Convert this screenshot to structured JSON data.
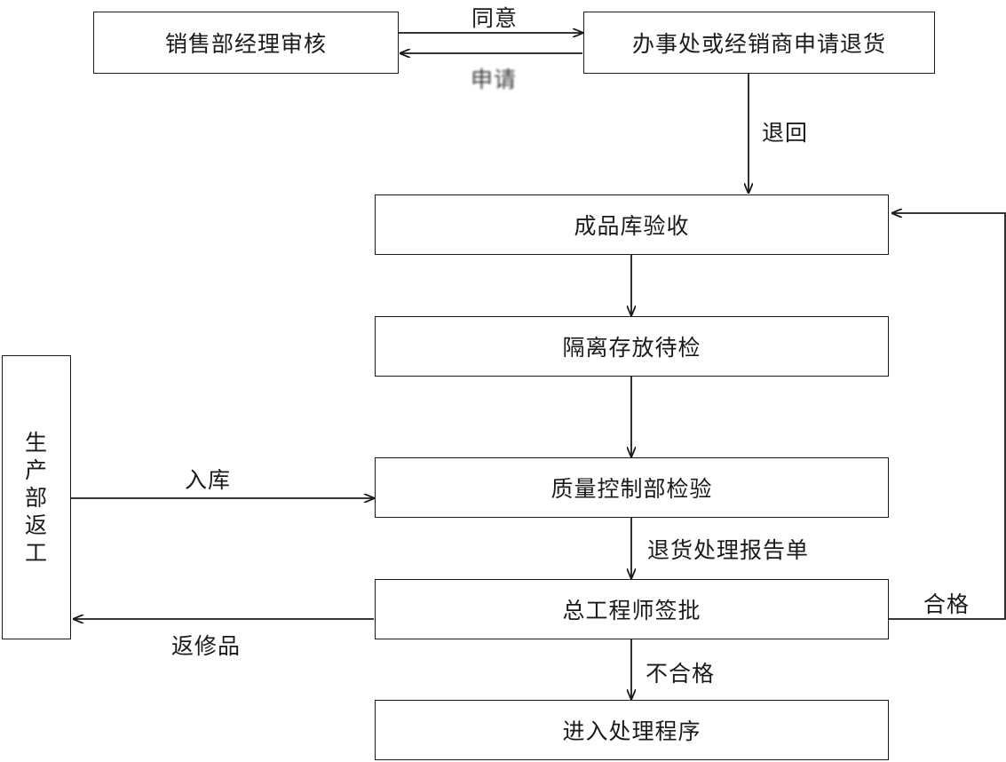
{
  "nodes": {
    "sales_review": "销售部经理审核",
    "apply_return": "办事处或经销商申请退货",
    "warehouse_accept": "成品库验收",
    "isolate_storage": "隔离存放待检",
    "qc_inspection": "质量控制部检验",
    "chief_engineer": "总工程师签批",
    "enter_process": "进入处理程序",
    "production_rework": "生产部返工"
  },
  "edges": {
    "agree": "同意",
    "apply": "申请",
    "return_back": "退回",
    "into_storage": "入库",
    "return_report": "退货处理报告单",
    "qualified": "合格",
    "repair_items": "返修品",
    "unqualified": "不合格"
  }
}
